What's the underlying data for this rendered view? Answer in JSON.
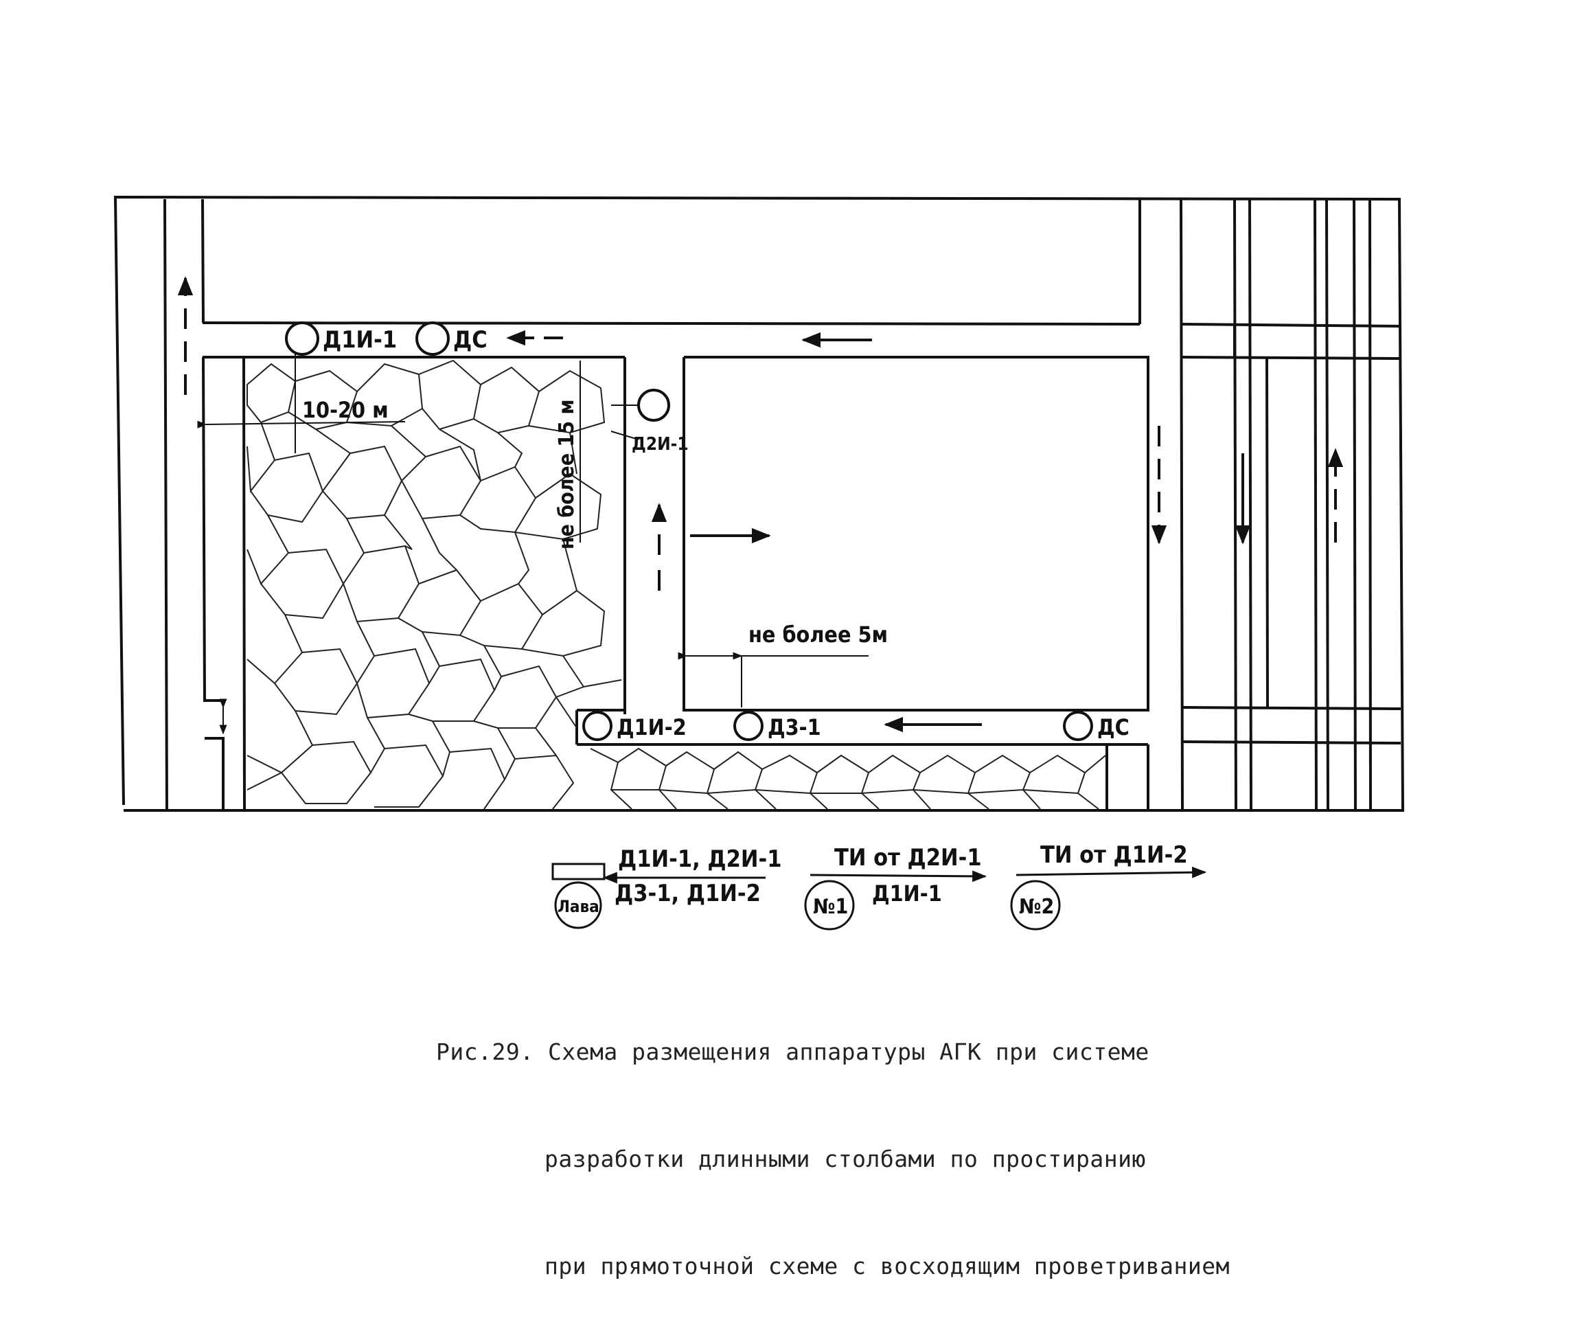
{
  "labels": {
    "d1i1_top": "Д1И-1",
    "ds_top": "ДС",
    "d2i1": "Д2И-1",
    "dist_10_20": "10-20 м",
    "not_more_15": "не более 15 м",
    "not_more_5": "не более 5м",
    "d1i2": "Д1И-2",
    "d3_1": "Д3-1",
    "ds_bottom": "ДС"
  },
  "legend": {
    "lava": {
      "circle": "Лава",
      "top": "Д1И-1, Д2И-1",
      "bottom": "Д3-1, Д1И-2"
    },
    "n1": {
      "circle": "№1",
      "top": "ТИ от Д2И-1",
      "bottom": "Д1И-1"
    },
    "n2": {
      "circle": "№2",
      "top": "ТИ от Д1И-2"
    }
  },
  "caption": {
    "line1": "Рис.29. Схема размещения аппаратуры АГК при системе",
    "line2": "разработки длинными столбами по простиранию",
    "line3": "при прямоточной схеме с восходящим проветриванием"
  },
  "colors": {
    "ink": "#111111",
    "background": "#ffffff"
  }
}
